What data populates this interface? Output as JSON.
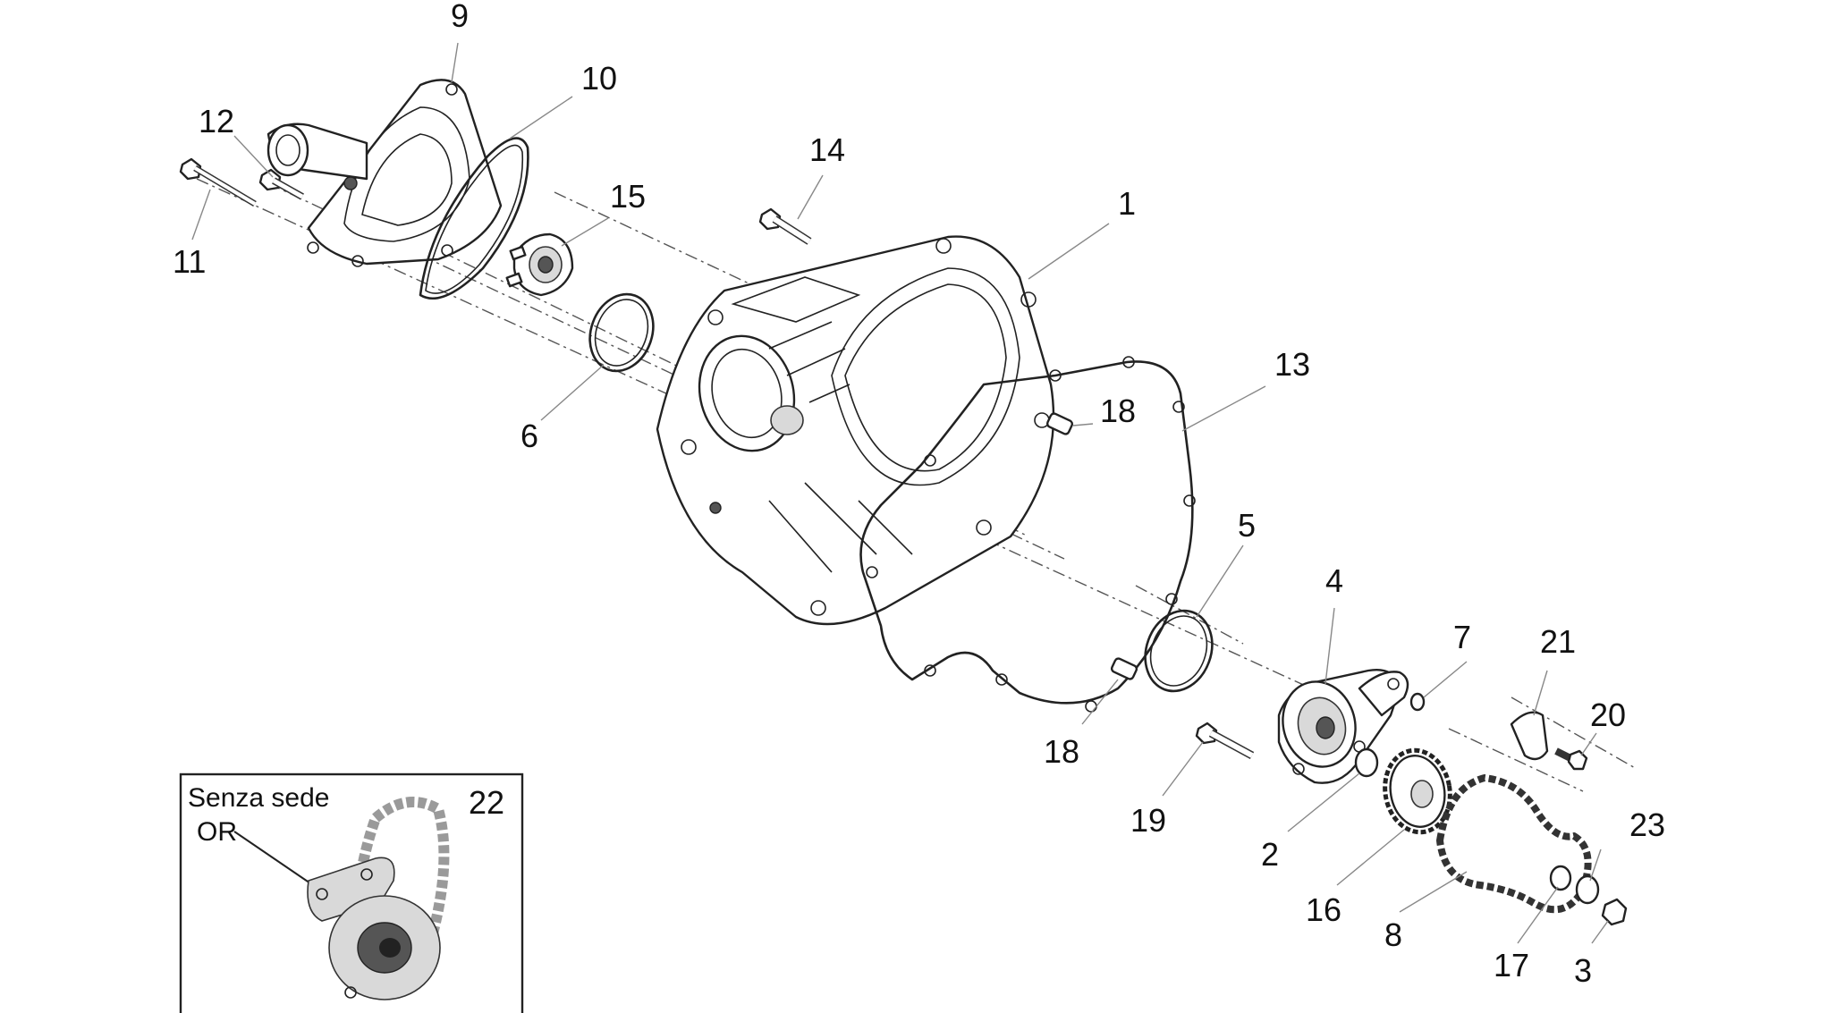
{
  "labels": {
    "p1": "1",
    "p2": "2",
    "p3": "3",
    "p4": "4",
    "p5": "5",
    "p6": "6",
    "p7": "7",
    "p8": "8",
    "p9": "9",
    "p10": "10",
    "p11": "11",
    "p12": "12",
    "p13": "13",
    "p14": "14",
    "p15": "15",
    "p16": "16",
    "p17": "17",
    "p18a": "18",
    "p18b": "18",
    "p19": "19",
    "p20": "20",
    "p21": "21",
    "p22": "22",
    "p23": "23"
  },
  "inset": {
    "line1": "Senza sede",
    "line2": "OR"
  }
}
